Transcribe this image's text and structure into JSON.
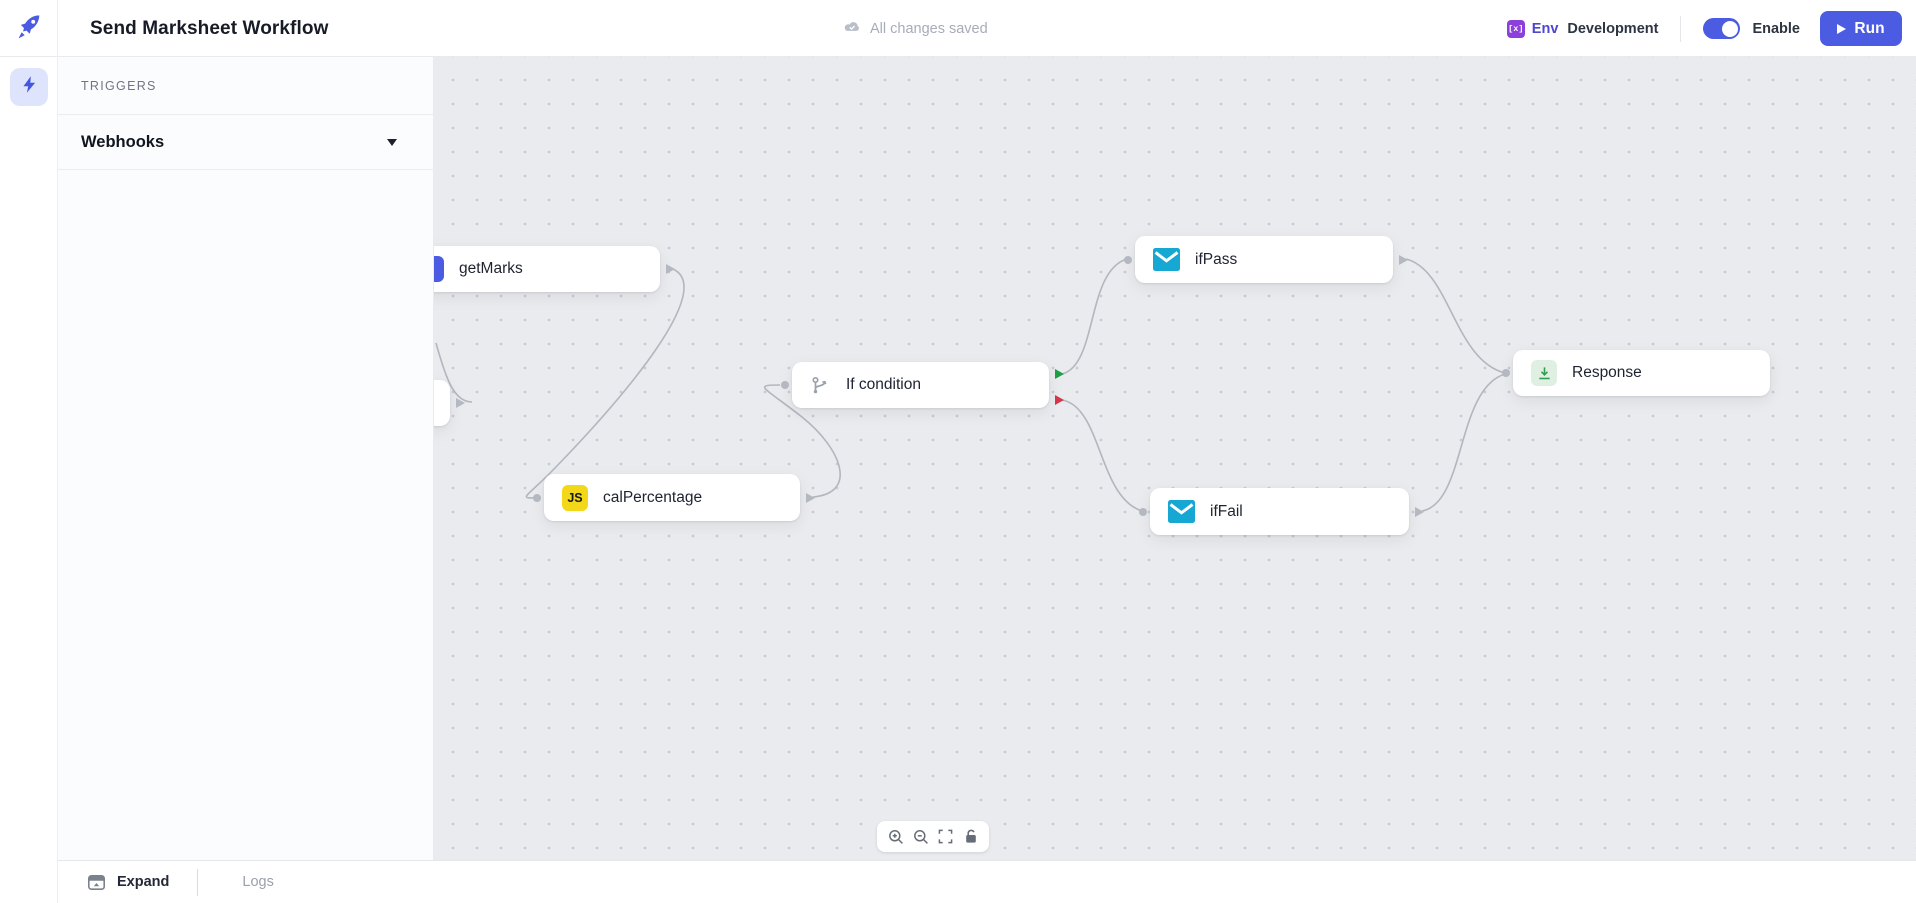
{
  "header": {
    "title": "Send Marksheet Workflow",
    "save_status": "All changes saved",
    "env_badge": "[x]",
    "env_label": "Env",
    "env_value": "Development",
    "enable_label": "Enable",
    "run_label": "Run",
    "icons": [
      "rocket-logo",
      "cloud-check-icon",
      "env-vars-icon",
      "play-icon"
    ]
  },
  "sidebar": {
    "rail_icon": "lightning-bolt-icon",
    "section_title": "TRIGGERS",
    "items": [
      {
        "label": "Webhooks",
        "collapsed": true
      }
    ]
  },
  "canvas": {
    "nodes": [
      {
        "id": "getMarks",
        "label": "getMarks",
        "icon": "api-node-icon"
      },
      {
        "id": "calPercentage",
        "label": "calPercentage",
        "icon": "javascript-icon",
        "icon_text": "JS"
      },
      {
        "id": "ifCondition",
        "label": "If condition",
        "icon": "branch-icon",
        "outputs": [
          "true",
          "false"
        ]
      },
      {
        "id": "ifPass",
        "label": "ifPass",
        "icon": "mail-icon"
      },
      {
        "id": "ifFail",
        "label": "ifFail",
        "icon": "mail-icon"
      },
      {
        "id": "response",
        "label": "Response",
        "icon": "return-output-icon"
      }
    ],
    "edges": [
      [
        "hidden-trigger",
        "getMarks"
      ],
      [
        "getMarks",
        "calPercentage"
      ],
      [
        "calPercentage",
        "ifCondition"
      ],
      [
        "ifCondition:true",
        "ifPass"
      ],
      [
        "ifCondition:false",
        "ifFail"
      ],
      [
        "ifPass",
        "response"
      ],
      [
        "ifFail",
        "response"
      ]
    ],
    "toolbar_icons": [
      "zoom-in-icon",
      "zoom-out-icon",
      "fit-view-icon",
      "lock-icon"
    ]
  },
  "footer": {
    "expand_label": "Expand",
    "logs_label": "Logs",
    "expand_icon": "expand-panel-icon"
  },
  "colors": {
    "accent": "#4b5be2",
    "env_badge": "#8b40d9",
    "true_branch": "#1d9e45",
    "false_branch": "#d5374a",
    "wire": "#b2b6be",
    "mail_icon": "#16a7d2",
    "js_icon": "#f2d818",
    "response_icon": "#2f9e50",
    "canvas_bg": "#e9ebee"
  }
}
